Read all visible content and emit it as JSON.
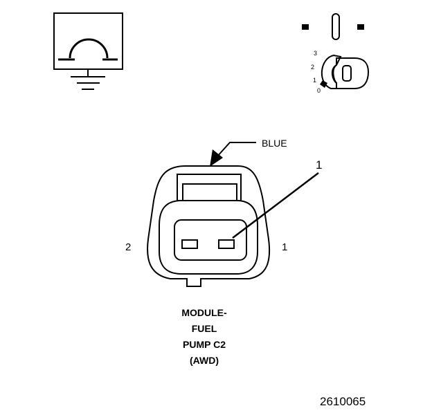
{
  "icons": {
    "ohmmeter": "ohmmeter-ground-icon",
    "ignition": "ignition-switch-icon"
  },
  "ignition": {
    "positions": [
      "3",
      "2",
      "1",
      "0"
    ],
    "key_label": "0"
  },
  "connector": {
    "color_label": "BLUE",
    "callout": "1",
    "pin_left": "2",
    "pin_right": "1",
    "title_lines": [
      "MODULE-",
      "FUEL",
      "PUMP C2",
      "(AWD)"
    ]
  },
  "figure_id": "2610065"
}
